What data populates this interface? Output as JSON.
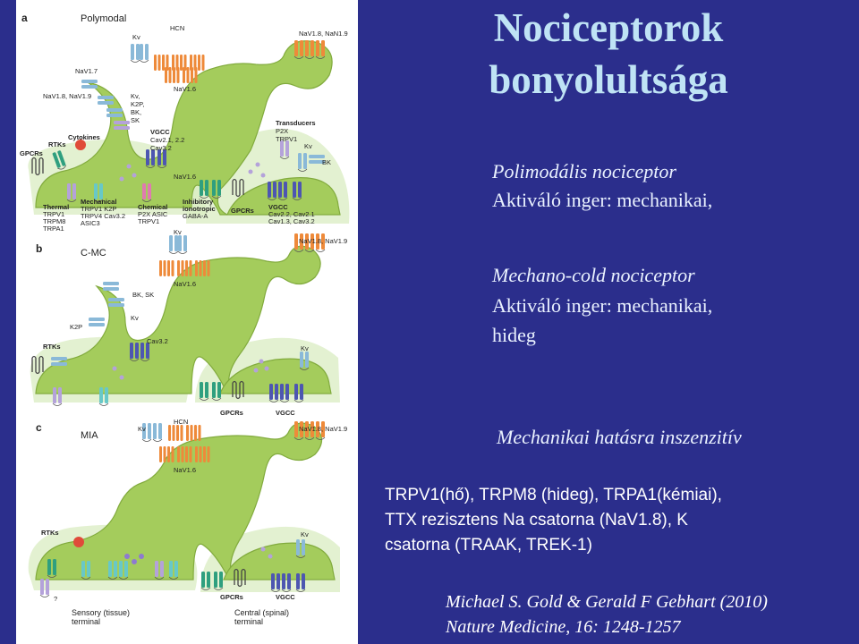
{
  "slide": {
    "title_line1": "Nociceptorok",
    "title_line2": "bonyolultsága",
    "polymodal_title": "Polimodális nociceptor",
    "polymodal_stimulus": "Aktiváló inger: mechanikai,",
    "cmc_title": "Mechano-cold nociceptor",
    "cmc_stimulus": "Aktiváló inger: mechanikai,",
    "cmc_stimulus_cont": "hideg",
    "mia_title": "Mechanikai hatásra inszenzitív",
    "channels_line1": "TRPV1(hő), TRPM8 (hideg), TRPA1(kémiai),",
    "channels_line2": "TTX rezisztens Na csatorna (NaV1.8), K",
    "channels_line3": "csatorna (TRAAK, TREK-1)",
    "citation_line1": "Michael S. Gold & Gerald F Gebhart (2010)",
    "citation_line2": "Nature Medicine, 16: 1248-1257"
  },
  "figure": {
    "panel_a": {
      "letter": "a",
      "name": "Polymodal",
      "labels": {
        "kv_top": "Kv",
        "hcn": "HCN",
        "nav18_nan19": "NaV1.8, NaN1.9",
        "nav17": "NaV1.7",
        "nav18_nav19": "NaV1.8, NaV1.9",
        "nav16_top": "NaV1.6",
        "k_channels": [
          "Kv,",
          "K2P,",
          "BK,",
          "SK"
        ],
        "cytokines": "Cytokines",
        "rtks": "RTKs",
        "gpcrs_left": "GPCRs",
        "vgcc_title": "VGCC",
        "vgcc_l1": "Cav2.1, 2.2",
        "vgcc_l2": "Cav3.2",
        "nav16_mid": "NaV1.6",
        "transducers_title": "Transducers",
        "transducers_l1": "P2X",
        "transducers_l2": "TRPV1",
        "kv_right": "Kv",
        "bk": "BK",
        "thermal_title": "Thermal",
        "thermal_items": [
          "TRPV1",
          "TRPM8",
          "TRPA1"
        ],
        "mechanical_title": "Mechanical",
        "mechanical_items": [
          "TRPV1  K2P",
          "TRPV4  Cav3.2",
          "ASIC3"
        ],
        "chemical_title": "Chemical",
        "chemical_items": [
          "P2X  ASIC",
          "TRPV1"
        ],
        "inhibitory_title": [
          "Inhibitory",
          "ionotropic"
        ],
        "inhibitory_item": "GABA-A",
        "gpcrs_mid": "GPCRs",
        "vgcc2_title": "VGCC",
        "vgcc2_l1": "Cav2.2, Cav2.1",
        "vgcc2_l2": "Cav1.3, Cav3.2"
      }
    },
    "panel_b": {
      "letter": "b",
      "name": "C-MC",
      "labels": {
        "kv_top": "Kv",
        "nav18_nav19": "NaV1.8, NaV1.9",
        "nav16": "NaV1.6",
        "bk_sk": "BK, SK",
        "kv_left": "Kv",
        "k2p": "K2P",
        "rtks": "RTKs",
        "cav32": "Cav3.2",
        "kv_right": "Kv",
        "gpcrs": "GPCRs",
        "vgcc": "VGCC"
      }
    },
    "panel_c": {
      "letter": "c",
      "name": "MIA",
      "labels": {
        "kv_top": "Kv",
        "hcn": "HCN",
        "nav18_nav19": "NaV1.8, NaV1.9",
        "nav16": "NaV1.6",
        "rtks": "RTKs",
        "kv_right": "Kv",
        "question": "?",
        "gpcrs": "GPCRs",
        "vgcc": "VGCC",
        "sensory_terminal": [
          "Sensory (tissue)",
          "terminal"
        ],
        "central_terminal": [
          "Central (spinal)",
          "terminal"
        ]
      }
    },
    "colors": {
      "neuron": "#a4cc5c",
      "neuron_edge": "#82ab3e",
      "halo": "#d9ecc2",
      "channel_blue": "#8ab9d8",
      "channel_orange": "#ee8a3a",
      "channel_purple": "#b4a2da",
      "channel_navy": "#4d56b1",
      "channel_green": "#2f9f7f",
      "channel_teal": "#68c8c8",
      "background": "#2b2e8c",
      "title": "#bfe3f5"
    }
  }
}
